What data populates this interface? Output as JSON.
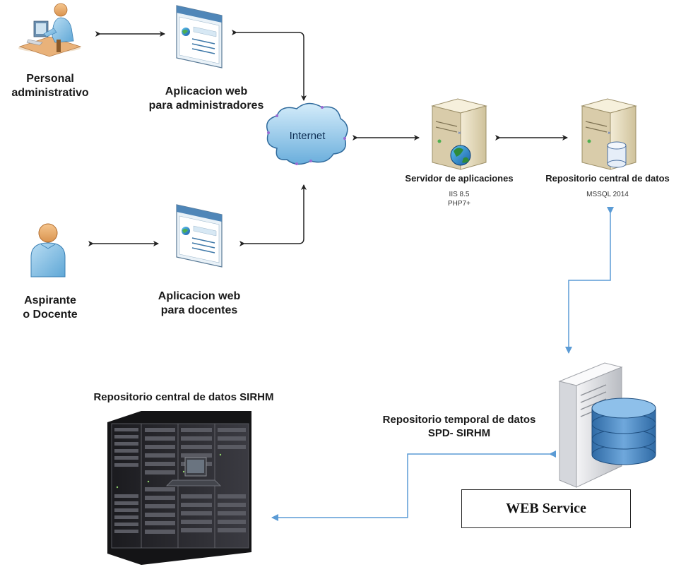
{
  "diagram": {
    "nodes": {
      "personal": {
        "label_line1": "Personal",
        "label_line2": "administrativo"
      },
      "app_admin": {
        "label_line1": "Aplicacion web",
        "label_line2": "para administradores"
      },
      "internet": {
        "label": "Internet"
      },
      "servidor": {
        "label": "Servidor de aplicaciones",
        "detail_line1": "IIS 8.5",
        "detail_line2": "PHP7+"
      },
      "repositorio_central": {
        "label": "Repositorio central de datos",
        "detail": "MSSQL 2014"
      },
      "aspirante": {
        "label_line1": "Aspirante",
        "label_line2": "o Docente"
      },
      "app_docentes": {
        "label_line1": "Aplicacion web",
        "label_line2": "para docentes"
      },
      "repositorio_sirhm": {
        "label": "Repositorio central de datos SIRHM"
      },
      "repositorio_temporal": {
        "label_line1": "Repositorio temporal de datos",
        "label_line2": "SPD- SIRHM"
      },
      "web_service": {
        "label": "WEB Service"
      }
    },
    "colors": {
      "black_connector": "#222222",
      "blue_connector": "#5b9bd5",
      "cloud": "#8fc3e6",
      "server_beige": "#e8dfc4",
      "rack_dark": "#2a2a2e",
      "db_blue": "#3c78b4"
    }
  }
}
